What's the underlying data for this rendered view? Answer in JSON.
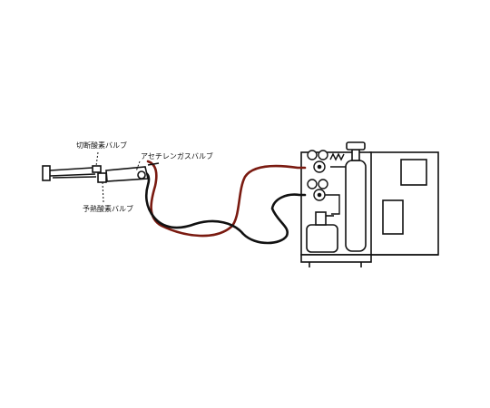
{
  "labels": {
    "cutting_oxygen_valve": "切断酸素バルブ",
    "acetylene_gas_valve": "アセチレンガスバルブ",
    "preheat_oxygen_valve": "予熱酸素バルブ"
  },
  "colors": {
    "line": "#111111",
    "oxygen_hose": "#111111",
    "acetylene_hose": "#7a1a10"
  }
}
